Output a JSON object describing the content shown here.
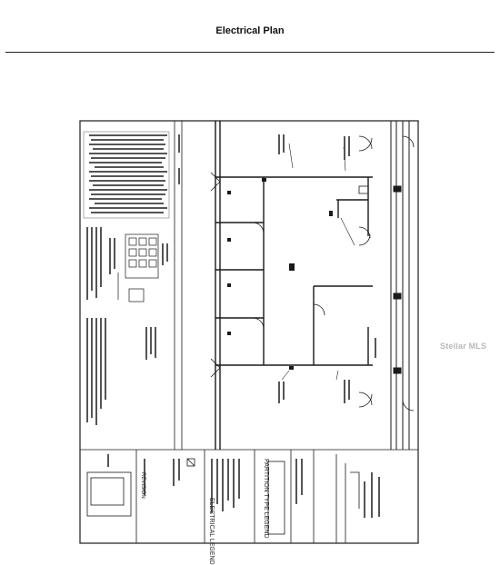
{
  "page": {
    "title": "Electrical Plan"
  },
  "sheet": {
    "legend_title": "ELECTRICAL LEGEND",
    "partition_title": "PARTITION TYPE LEGEND",
    "section_title": "REVISION"
  },
  "watermark": {
    "text": "Stellar MLS"
  },
  "colors": {
    "ink": "#1a1a1a",
    "paper": "#ffffff"
  }
}
